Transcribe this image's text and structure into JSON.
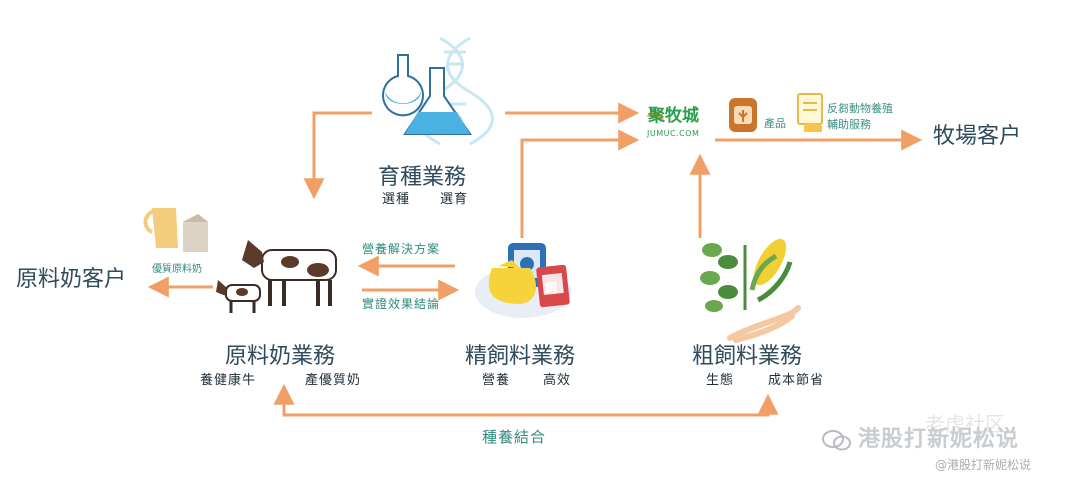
{
  "nodes": {
    "breeding": {
      "title": "育種業務",
      "items": [
        "選種",
        "選育"
      ]
    },
    "raw_milk": {
      "title": "原料奶業務",
      "items": [
        "養健康牛",
        "產優質奶"
      ]
    },
    "fine_feed": {
      "title": "精飼料業務",
      "items": [
        "營養",
        "高效"
      ]
    },
    "rough_feed": {
      "title": "粗飼料業務",
      "items": [
        "生態",
        "成本節省"
      ]
    }
  },
  "customers": {
    "raw_milk_customer": "原料奶客户",
    "ranch_customer": "牧場客户"
  },
  "labels": {
    "premium_raw_milk": "優質原料奶",
    "nutrition_solution": "營養解決方案",
    "proven_results": "實證效果結論",
    "planting_breeding": "種養結合",
    "products": "產品",
    "ruminant_service": "反芻動物養殖輔助服務"
  },
  "platform": {
    "name": "聚牧城",
    "url": "JUMUC.COM"
  },
  "feed_bag_char": "飼",
  "watermark": {
    "main": "港股打新妮松说",
    "sub": "@港股打新妮松说",
    "faint": "老虎社区"
  },
  "colors": {
    "arrow": "#f0a066",
    "teal": "#2f8a7e",
    "heading": "#2e4a5c",
    "platform_green": "#27a04a"
  }
}
